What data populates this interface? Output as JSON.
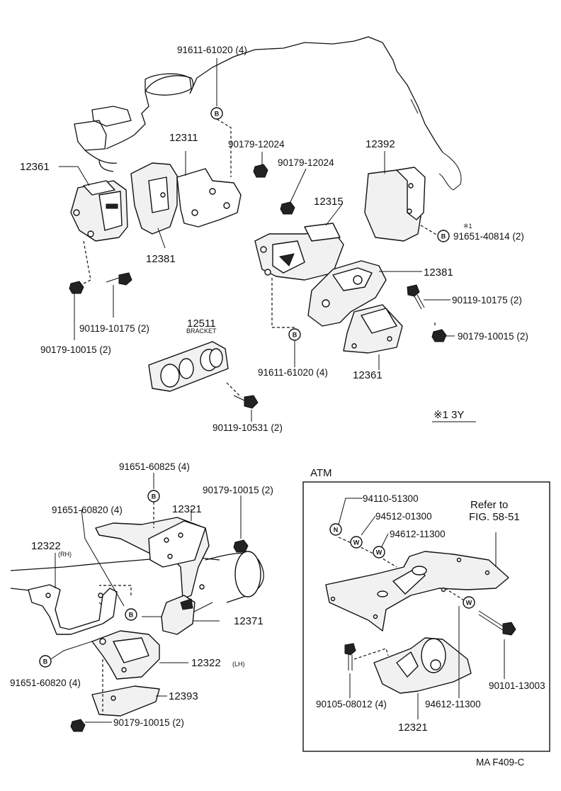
{
  "top": {
    "c_91611_61020_top": "91611-61020 (4)",
    "c_90179_12024_a": "90179-12024",
    "c_90179_12024_b": "90179-12024",
    "c_12311": "12311",
    "c_12361_left": "12361",
    "c_12381_left": "12381",
    "c_12392": "12392",
    "c_12315": "12315",
    "c_note_mark": "※1",
    "c_91651_40814": "91651-40814 (2)",
    "c_12381_right": "12381",
    "c_90119_10175_right": "90119-10175 (2)",
    "c_90179_10015_right": "90179-10015 (2)",
    "c_12361_right": "12361",
    "c_91611_61020_mid": "91611-61020 (4)",
    "c_90119_10175_left": "90119-10175 (2)",
    "c_90179_10015_left": "90179-10015 (2)",
    "c_12511": "12511",
    "c_bracket": "BRACKET",
    "c_90119_10531": "90119-10531 (2)",
    "c_note_3y": "※1 3Y"
  },
  "bottom_left": {
    "c_91651_60825": "91651-60825 (4)",
    "c_90179_10015_a": "90179-10015 (2)",
    "c_91651_60820_a": "91651-60820 (4)",
    "c_12321": "12321",
    "c_12322_rh": "12322",
    "c_rh": "(RH)",
    "c_12371": "12371",
    "c_12322_lh": "12322",
    "c_lh": "(LH)",
    "c_91651_60820_b": "91651-60820 (4)",
    "c_12393": "12393",
    "c_90179_10015_b": "90179-10015 (2)"
  },
  "atm": {
    "title": "ATM",
    "c_94110_51300": "94110-51300",
    "c_94512_01300": "94512-01300",
    "c_94612_11300_a": "94612-11300",
    "refer_line1": "Refer to",
    "refer_line2": "FIG. 58-51",
    "c_90101_13003": "90101-13003",
    "c_90105_08012": "90105-08012 (4)",
    "c_94612_11300_b": "94612-11300",
    "c_12321": "12321"
  },
  "markers": {
    "b": "B",
    "n": "N",
    "w": "W"
  },
  "footer": {
    "code": "MA  F409-C"
  }
}
